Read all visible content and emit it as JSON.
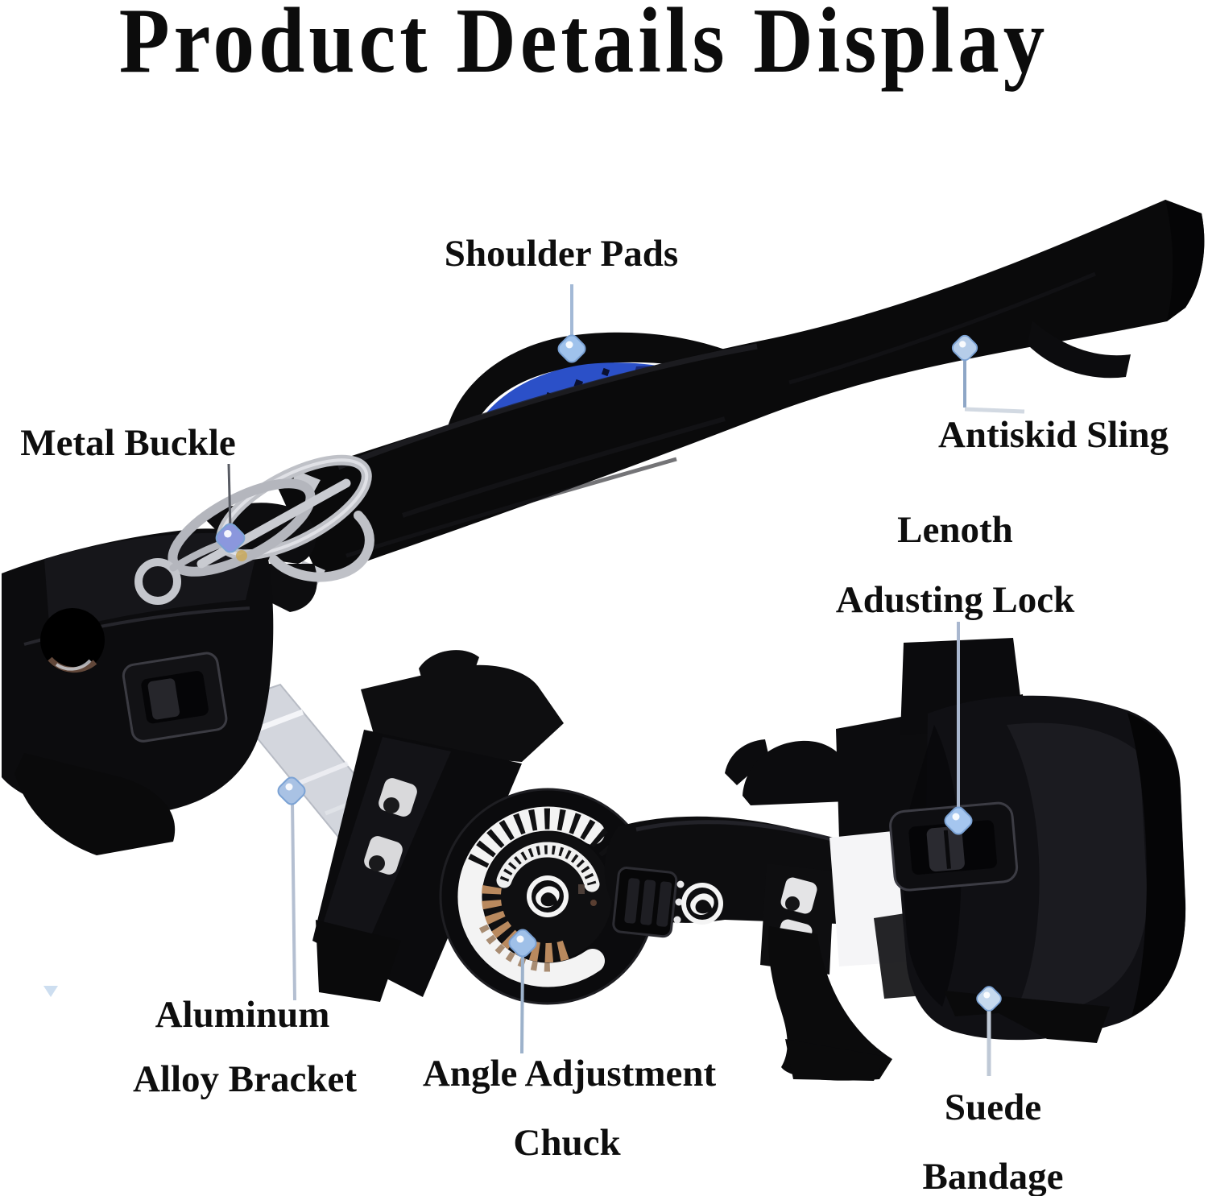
{
  "title": "Product Details Display",
  "annotations": {
    "shoulder_pads": {
      "label": "Shoulder Pads"
    },
    "antiskid_sling": {
      "label": "Antiskid Sling"
    },
    "metal_buckle": {
      "label": "Metal Buckle"
    },
    "length_adjusting_lock": {
      "label_line1": "Lenoth",
      "label_line2": "Adusting Lock"
    },
    "aluminum_alloy_bracket": {
      "label_line1": "Aluminum",
      "label_line2": "Alloy Bracket"
    },
    "angle_adjustment_chuck": {
      "label_line1": "Angle Adjustment",
      "label_line2": "Chuck"
    },
    "suede_bandage": {
      "label_line1": "Suede",
      "label_line2": "Bandage"
    }
  },
  "colors": {
    "background": "#ffffff",
    "text": "#0e0e0e",
    "leader_line": "#a9b7cf",
    "pointer_dot": "#a5c6ef",
    "pad_blue": "#2b50c8",
    "product_black": "#0b0b0d",
    "metal_silver": "#bfc1c7",
    "ratchet_copper": "#b9895e"
  }
}
